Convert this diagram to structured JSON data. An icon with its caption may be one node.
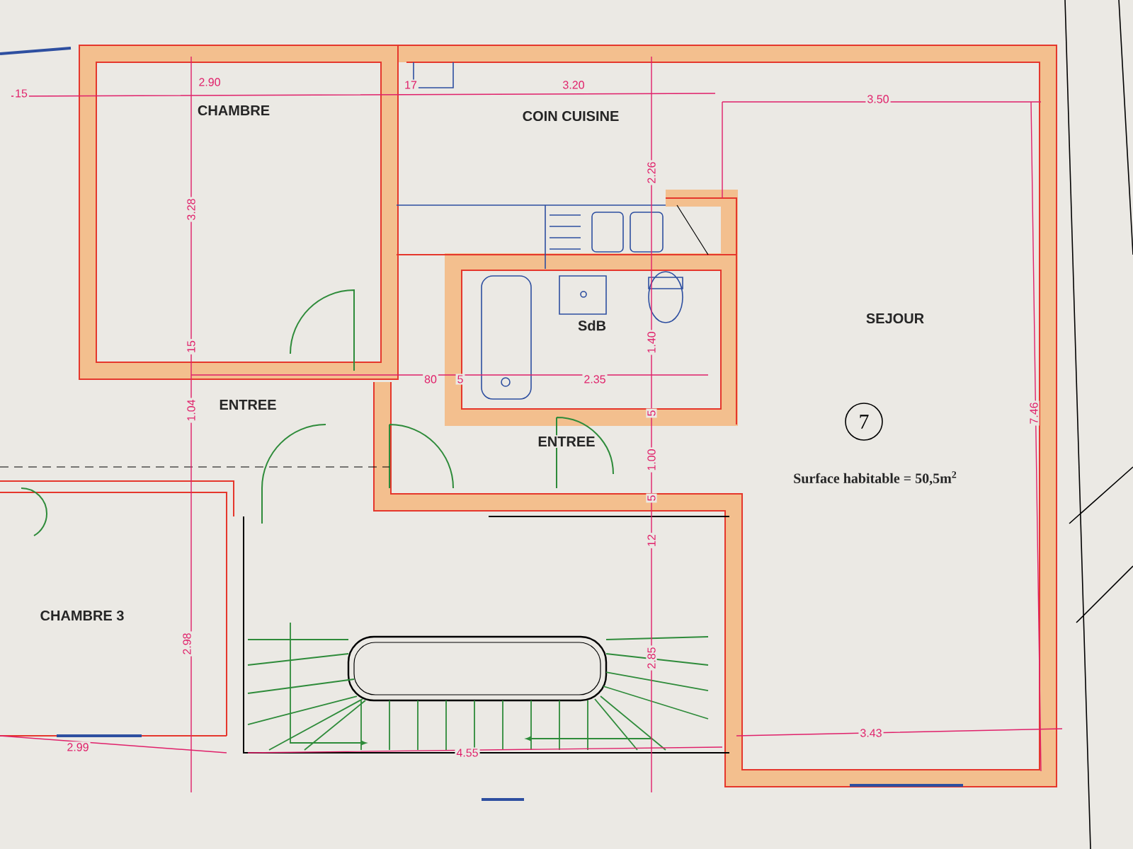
{
  "diagram": {
    "nodes": [
      {
        "text": [
          "7"
        ]
      }
    ],
    "labels": [
      "15",
      "2.90",
      "CHAMBRE",
      "17",
      "3.20",
      "COIN CUISINE",
      "3.50",
      "2.26",
      "3.28",
      "SEJOUR",
      "SdB",
      "15",
      "80",
      "5",
      "2.35",
      "1.40",
      "ENTREE",
      "1.04",
      "5",
      "ENTREE",
      "1.00",
      "Surface habitable = 50,5m$^{2}$",
      "5",
      "12",
      "CHAMBRE 3",
      "2.98",
      "2.85",
      "2.99",
      "4.55",
      "3.43",
      "7.46"
    ]
  }
}
